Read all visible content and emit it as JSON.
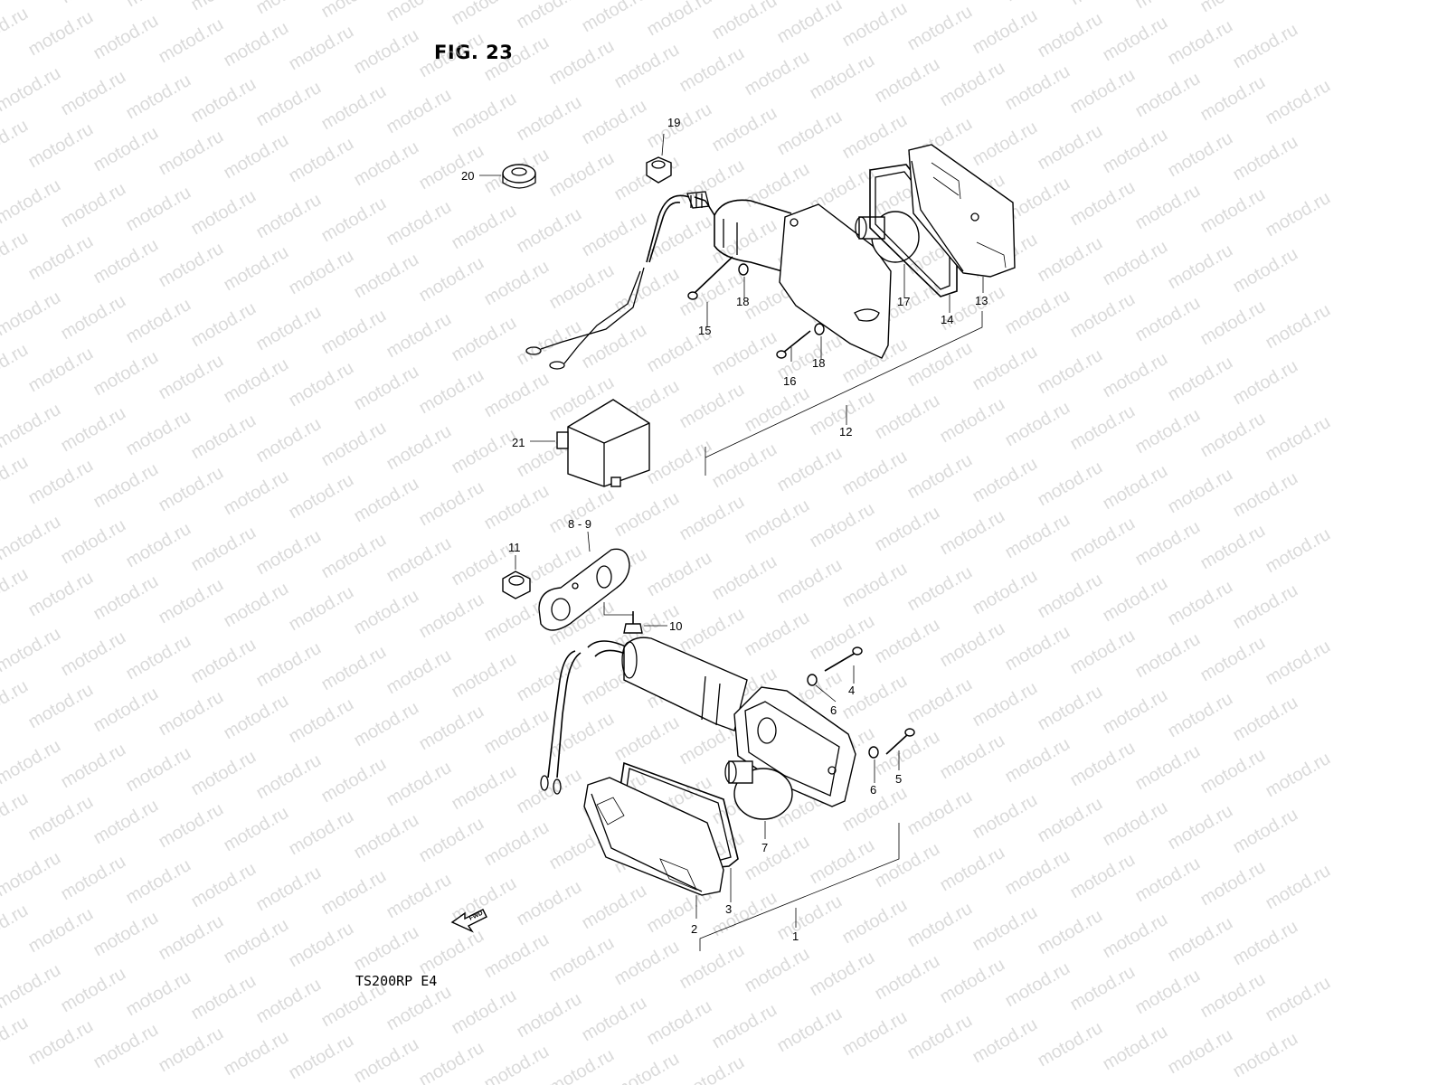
{
  "title": "FIG. 23",
  "model_code": "TS200RP  E4",
  "watermark": "motod.ru",
  "fwd_label": "FWD",
  "callouts": {
    "c1": "1",
    "c2": "2",
    "c3": "3",
    "c4": "4",
    "c5": "5",
    "c6a": "6",
    "c6b": "6",
    "c7": "7",
    "c8_9": "8 - 9",
    "c10": "10",
    "c11": "11",
    "c12": "12",
    "c13": "13",
    "c14": "14",
    "c15": "15",
    "c16": "16",
    "c17": "17",
    "c18a": "18",
    "c18b": "18",
    "c19": "19",
    "c20": "20",
    "c21": "21"
  }
}
